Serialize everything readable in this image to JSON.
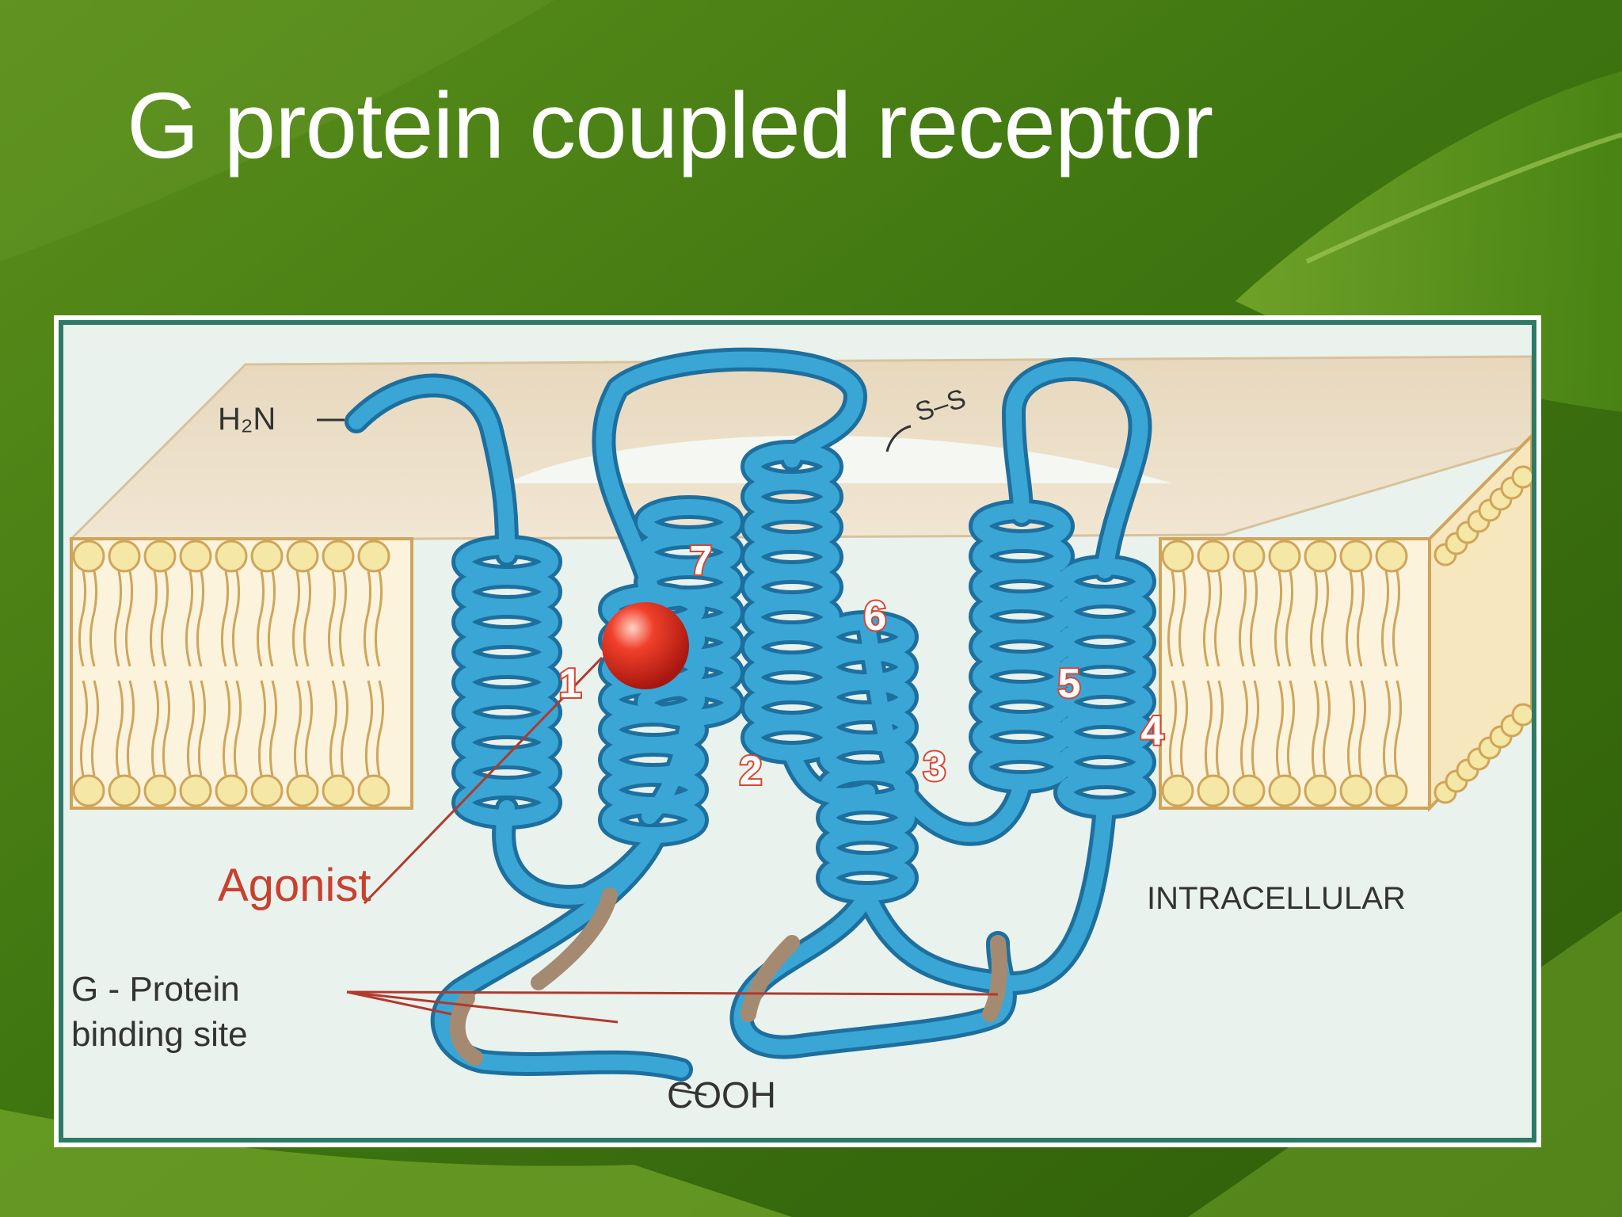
{
  "slide": {
    "title": "G protein coupled receptor"
  },
  "diagram": {
    "n_terminus_label": "H₂N",
    "disulfide_label": "S–S",
    "helix_numbers": [
      "1",
      "2",
      "3",
      "4",
      "5",
      "6",
      "7"
    ],
    "agonist_label": "Agonist",
    "g_protein_label_line1": "G - Protein",
    "g_protein_label_line2": "binding site",
    "c_terminus_label": "COOH",
    "intracellular_label": "INTRACELLULAR",
    "colors": {
      "receptor_chain": "#3aa6d6",
      "chain_outline": "#1d6f9e",
      "membrane_outline": "#cfa55a",
      "lipid_head": "#f5e7a6",
      "agonist": "#d92b1f",
      "binding_site": "#a58a72",
      "number_label": "#d8462f",
      "leader_line": "#b03a2c"
    }
  }
}
